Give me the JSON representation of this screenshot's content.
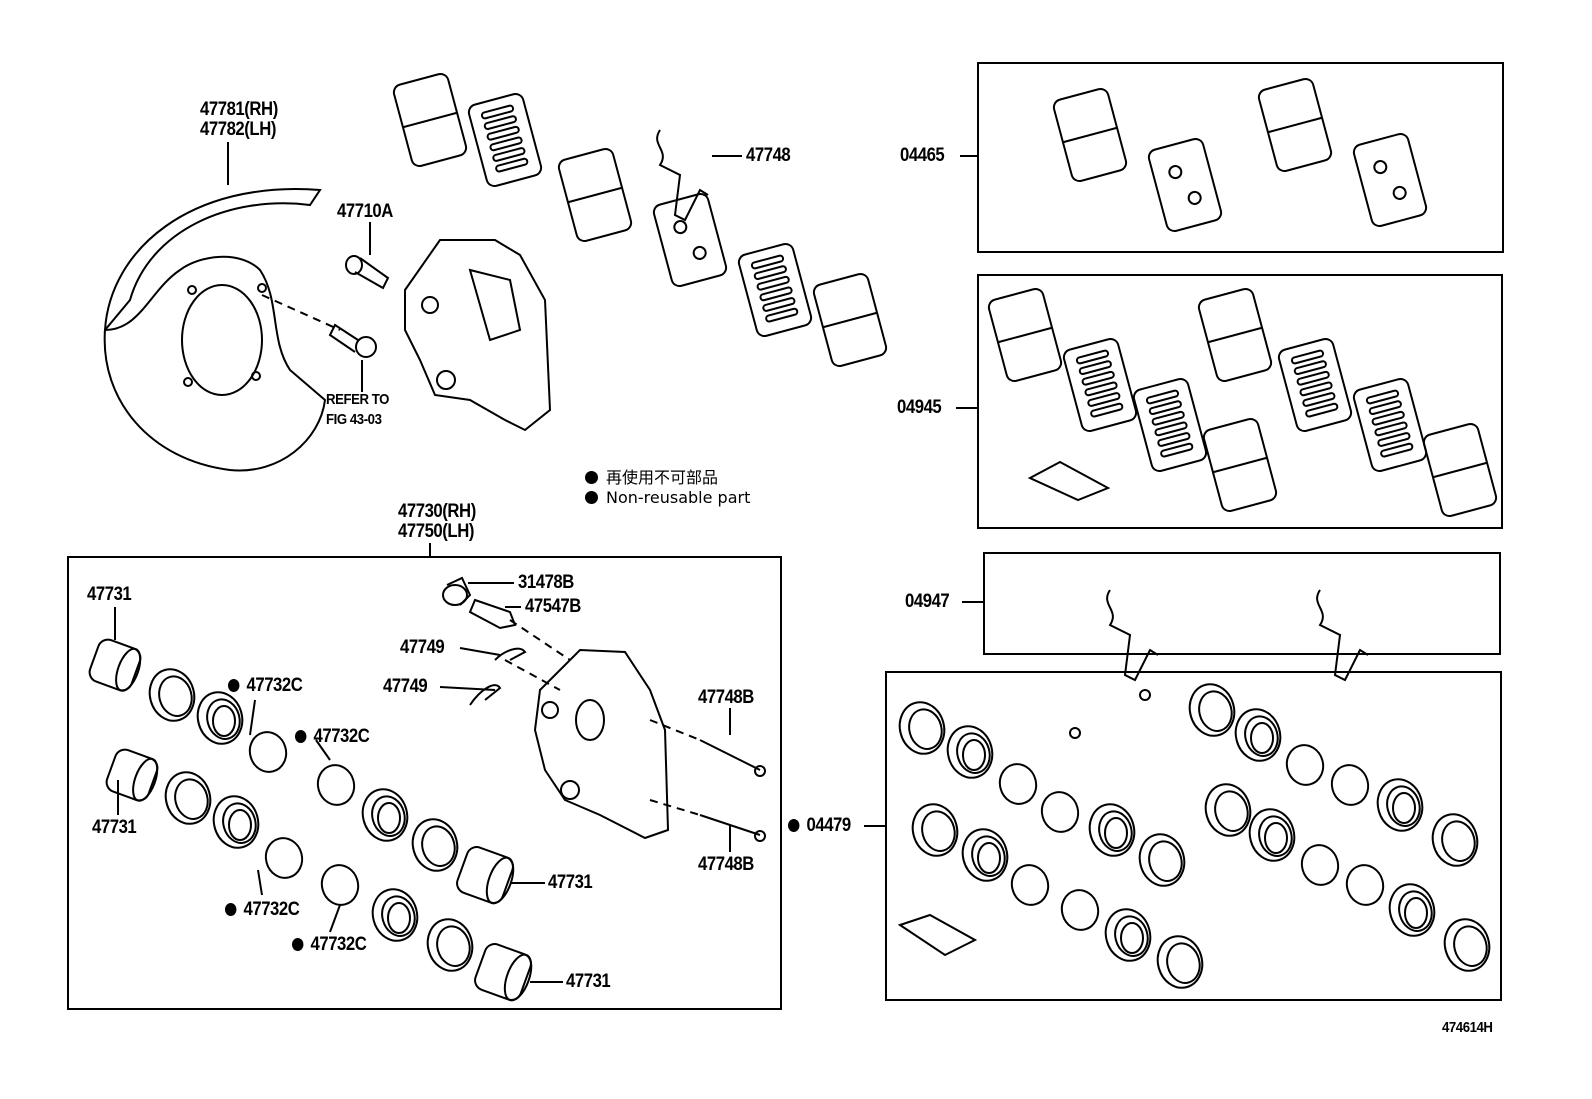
{
  "labels": {
    "shield_rh": "47781(RH)",
    "shield_lh": "47782(LH)",
    "bolt": "47710A",
    "refer_1": "REFER TO",
    "refer_2": "FIG 43-03",
    "spring": "47748",
    "pad_kit": "04465",
    "shim_kit": "04945",
    "spring_kit": "04947",
    "seal_kit": "04479",
    "caliper_rh": "47730(RH)",
    "caliper_lh": "47750(LH)",
    "piston_1": "47731",
    "piston_2": "47731",
    "piston_3": "47731",
    "piston_4": "47731",
    "seal_1": "47732C",
    "seal_2": "47732C",
    "seal_3": "47732C",
    "seal_4": "47732C",
    "cap": "31478B",
    "bleeder": "47547B",
    "clip_1": "47749",
    "clip_2": "47749",
    "pin_1": "47748B",
    "pin_2": "47748B",
    "figure_id": "474614H"
  },
  "legend": {
    "japanese": "再使用不可部品",
    "english": "Non-reusable part"
  }
}
